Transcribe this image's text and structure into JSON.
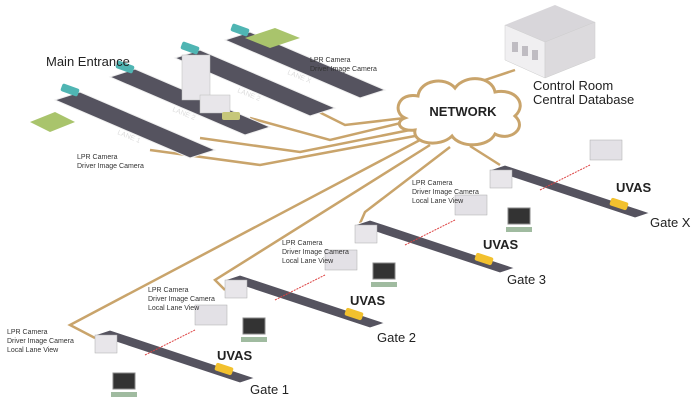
{
  "colors": {
    "link": "#c9a46b",
    "road": "#55535f",
    "grass": "#a9c46c",
    "car": "#4fb5b3",
    "truck": "#f2c12e",
    "building": "#e8e6ea"
  },
  "main_entrance": {
    "title": "Main Entrance",
    "lanes": [
      "LANE 1",
      "LANE 2",
      "LANE 2",
      "LANE X"
    ],
    "labels_lower": [
      "LPR Camera",
      "Driver Image Camera"
    ],
    "labels_upper": [
      "LPR Camera",
      "Driver Image Camera"
    ]
  },
  "network": {
    "label": "NETWORK"
  },
  "control_room": {
    "lines": [
      "Control Room",
      "Central Database"
    ]
  },
  "gates": [
    {
      "name": "Gate 1",
      "system": "UVAS",
      "labels": [
        "LPR Camera",
        "Driver Image Camera",
        "Local Lane View"
      ]
    },
    {
      "name": "Gate 2",
      "system": "UVAS",
      "labels": [
        "LPR Camera",
        "Driver Image Camera",
        "Local Lane View"
      ]
    },
    {
      "name": "Gate 3",
      "system": "UVAS",
      "labels": [
        "LPR Camera",
        "Driver Image Camera",
        "Local Lane View"
      ]
    },
    {
      "name": "Gate X",
      "system": "UVAS",
      "labels": [
        "LPR Camera",
        "Driver Image Camera",
        "Local Lane View"
      ]
    }
  ]
}
